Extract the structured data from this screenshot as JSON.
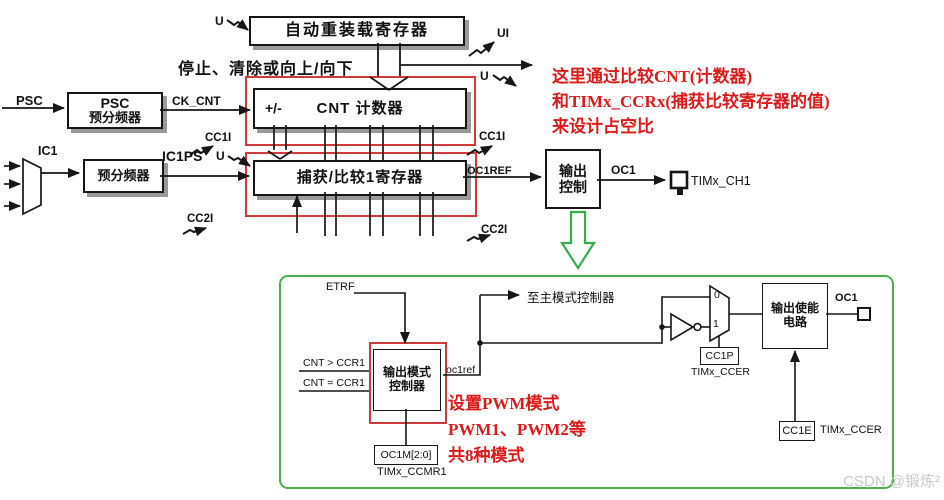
{
  "colors": {
    "line": "#161616",
    "red_accent": "#cf3a3a",
    "red_text": "#dc1a1a",
    "green_border": "#4cae50",
    "green_arrow": "#3aab4c",
    "box_shadow": "#9a9a9a",
    "watermark": "#c9c9c9"
  },
  "top": {
    "psc_in": "PSC",
    "psc_box1": "PSC",
    "psc_box2": "预分频器",
    "ck_cnt": "CK_CNT",
    "u": "U",
    "ui": "UI",
    "auto_reload": "自动重装载寄存器",
    "stop_clear": "停止、清除或向上/向下",
    "plus_minus": "+/-",
    "cnt": "CNT 计数器",
    "cc1i": "CC1I",
    "cc2i": "CC2I",
    "ic1": "IC1",
    "prescaler": "预分频器",
    "ic1ps": "IC1PS",
    "capture": "捕获/比较1寄存器",
    "oc1ref": "OC1REF",
    "out_ctrl1": "输出",
    "out_ctrl2": "控制",
    "oc1": "OC1",
    "ch1": "TIMx_CH1"
  },
  "note": {
    "l1": "这里通过比较CNT(计数器)",
    "l2": "和TIMx_CCRx(捕获比较寄存器的值)",
    "l3": "来设计占空比"
  },
  "pwm": {
    "etrf": "ETRF",
    "to_master": "至主模式控制器",
    "cnt_gt": "CNT > CCR1",
    "cnt_eq": "CNT = CCR1",
    "mode1": "输出模式",
    "mode2": "控制器",
    "oc1ref": "oc1ref",
    "note1": "设置PWM模式",
    "note2": "PWM1、PWM2等",
    "note3": "共8种模式",
    "oc1m": "OC1M[2:0]",
    "ccmr1": "TIMx_CCMR1",
    "mux0": "0",
    "mux1": "1",
    "cc1p": "CC1P",
    "ccer1": "TIMx_CCER",
    "enable1": "输出使能",
    "enable2": "电路",
    "oc1": "OC1",
    "cc1e": "CC1E",
    "ccer2": "TIMx_CCER"
  },
  "watermark": "CSDN @锻炼²"
}
